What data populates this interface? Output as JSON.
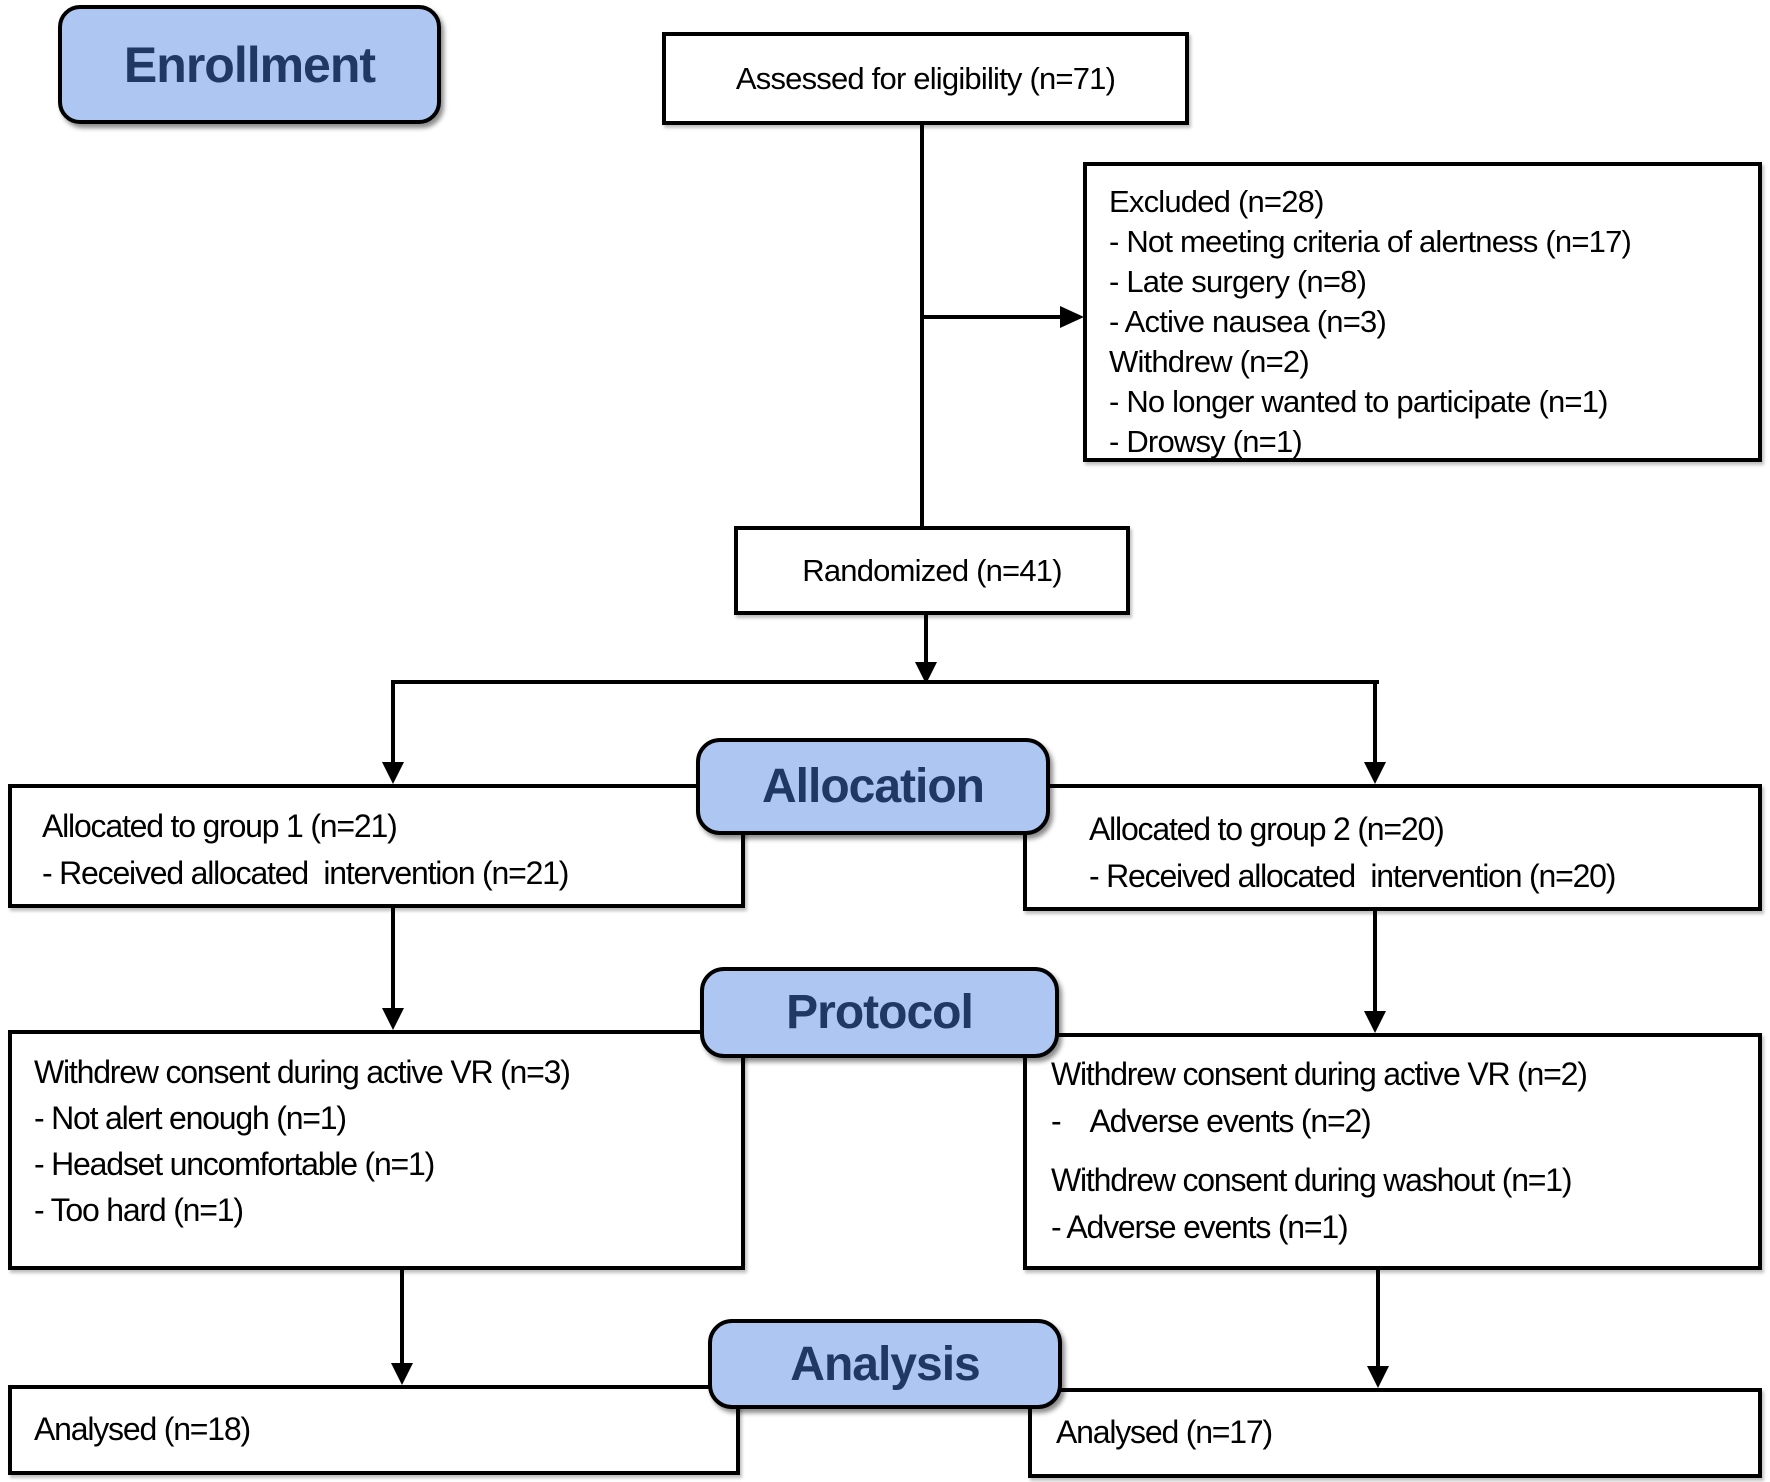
{
  "stages": {
    "enrollment": "Enrollment",
    "allocation": "Allocation",
    "protocol": "Protocol",
    "analysis": "Analysis"
  },
  "boxes": {
    "assessed": {
      "text": "Assessed for eligibility (n=71)"
    },
    "excluded": {
      "lines": [
        "Excluded (n=28)",
        "- Not meeting criteria of alertness (n=17)",
        "- Late surgery (n=8)",
        "- Active nausea (n=3)",
        "Withdrew (n=2)",
        "- No longer wanted to participate (n=1)",
        "- Drowsy (n=1)"
      ]
    },
    "randomized": {
      "text": "Randomized (n=41)"
    },
    "allocated_group1": {
      "lines": [
        "Allocated to group 1 (n=21)",
        "- Received allocated  intervention (n=21)"
      ]
    },
    "allocated_group2": {
      "lines": [
        "Allocated to group 2 (n=20)",
        "- Received allocated  intervention (n=20)"
      ]
    },
    "protocol_group1": {
      "lines": [
        "Withdrew consent during active VR (n=3)",
        "- Not alert enough (n=1)",
        "- Headset uncomfortable (n=1)",
        "- Too hard (n=1)"
      ]
    },
    "protocol_group2": {
      "lines": [
        "Withdrew consent during active VR (n=2)",
        "-    Adverse events (n=2)",
        "Withdrew consent during washout (n=1)",
        "- Adverse events (n=1)"
      ]
    },
    "analysed_group1": {
      "text": "Analysed (n=18)"
    },
    "analysed_group2": {
      "text": "Analysed (n=17)"
    }
  },
  "colors": {
    "stage_fill": "#aec6f2",
    "stage_text": "#1f3864",
    "box_fill": "#ffffff",
    "box_border": "#000000",
    "connector": "#000000"
  }
}
